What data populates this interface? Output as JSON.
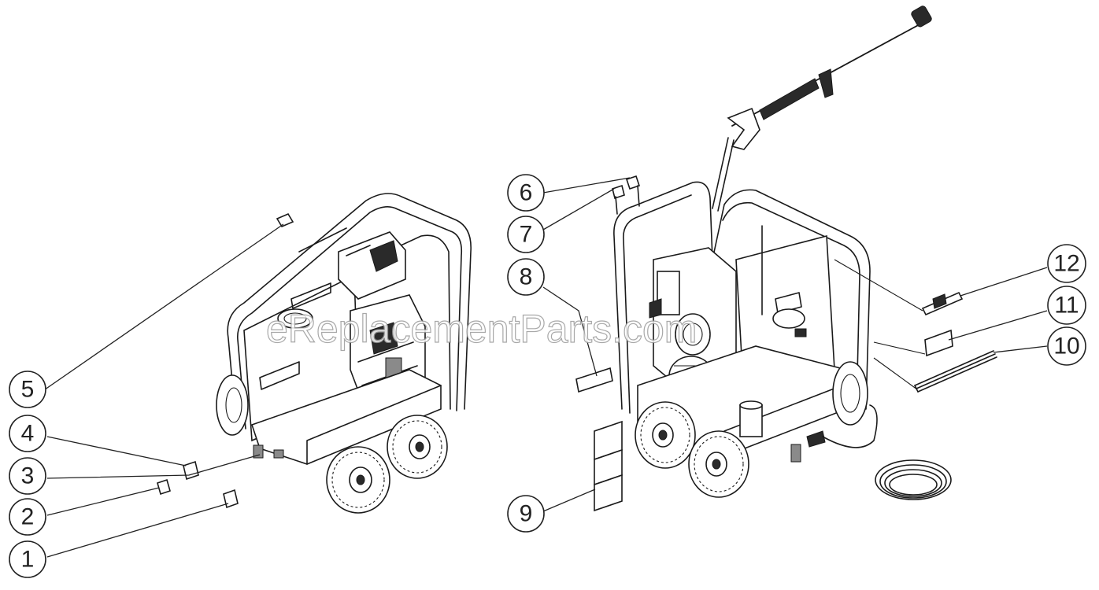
{
  "watermark": "eReplacementParts.com",
  "callouts": [
    {
      "id": "1",
      "label": "1"
    },
    {
      "id": "2",
      "label": "2"
    },
    {
      "id": "3",
      "label": "3"
    },
    {
      "id": "4",
      "label": "4"
    },
    {
      "id": "5",
      "label": "5"
    },
    {
      "id": "6",
      "label": "6"
    },
    {
      "id": "7",
      "label": "7"
    },
    {
      "id": "8",
      "label": "8"
    },
    {
      "id": "9",
      "label": "9"
    },
    {
      "id": "10",
      "label": "10"
    },
    {
      "id": "11",
      "label": "11"
    },
    {
      "id": "12",
      "label": "12"
    }
  ]
}
